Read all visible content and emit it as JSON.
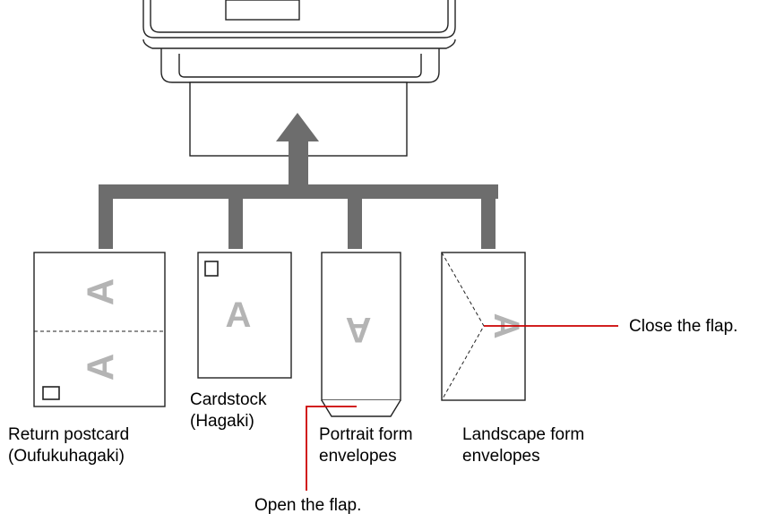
{
  "items": [
    {
      "line1": "Return postcard",
      "line2": "(Oufukuhagaki)"
    },
    {
      "line1": "Cardstock",
      "line2": "(Hagaki)"
    },
    {
      "line1": "Portrait form",
      "line2": "envelopes"
    },
    {
      "line1": "Landscape form",
      "line2": "envelopes"
    }
  ],
  "callouts": {
    "close_flap": "Close the flap.",
    "open_flap": "Open the flap."
  },
  "paper_glyph": "A",
  "colors": {
    "branch": "#6d6d6d",
    "callout_line": "#cc0000",
    "glyph": "#b4b4b4"
  }
}
